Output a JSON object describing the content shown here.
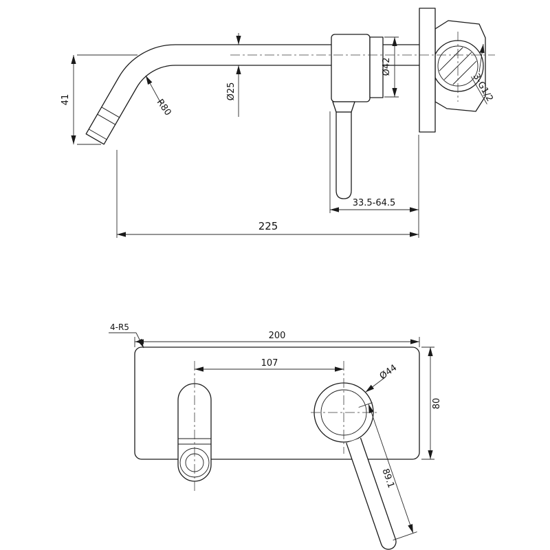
{
  "colors": {
    "line": "#1a1a1a",
    "background": "#ffffff"
  },
  "side_view": {
    "name": "side-elevation",
    "dims": {
      "spout_drop": "41",
      "spout_radius": "R80",
      "spout_dia": "Ø25",
      "trim_dia": "Ø42",
      "thread": "3-G1/2",
      "wall_depth_range": "33.5-64.5",
      "overall_length": "225"
    }
  },
  "front_view": {
    "name": "front-elevation",
    "dims": {
      "corner_radius": "4-R5",
      "plate_width": "200",
      "center_distance": "107",
      "handle_dia": "Ø44",
      "plate_height": "80",
      "lever_length": "89.1"
    }
  }
}
